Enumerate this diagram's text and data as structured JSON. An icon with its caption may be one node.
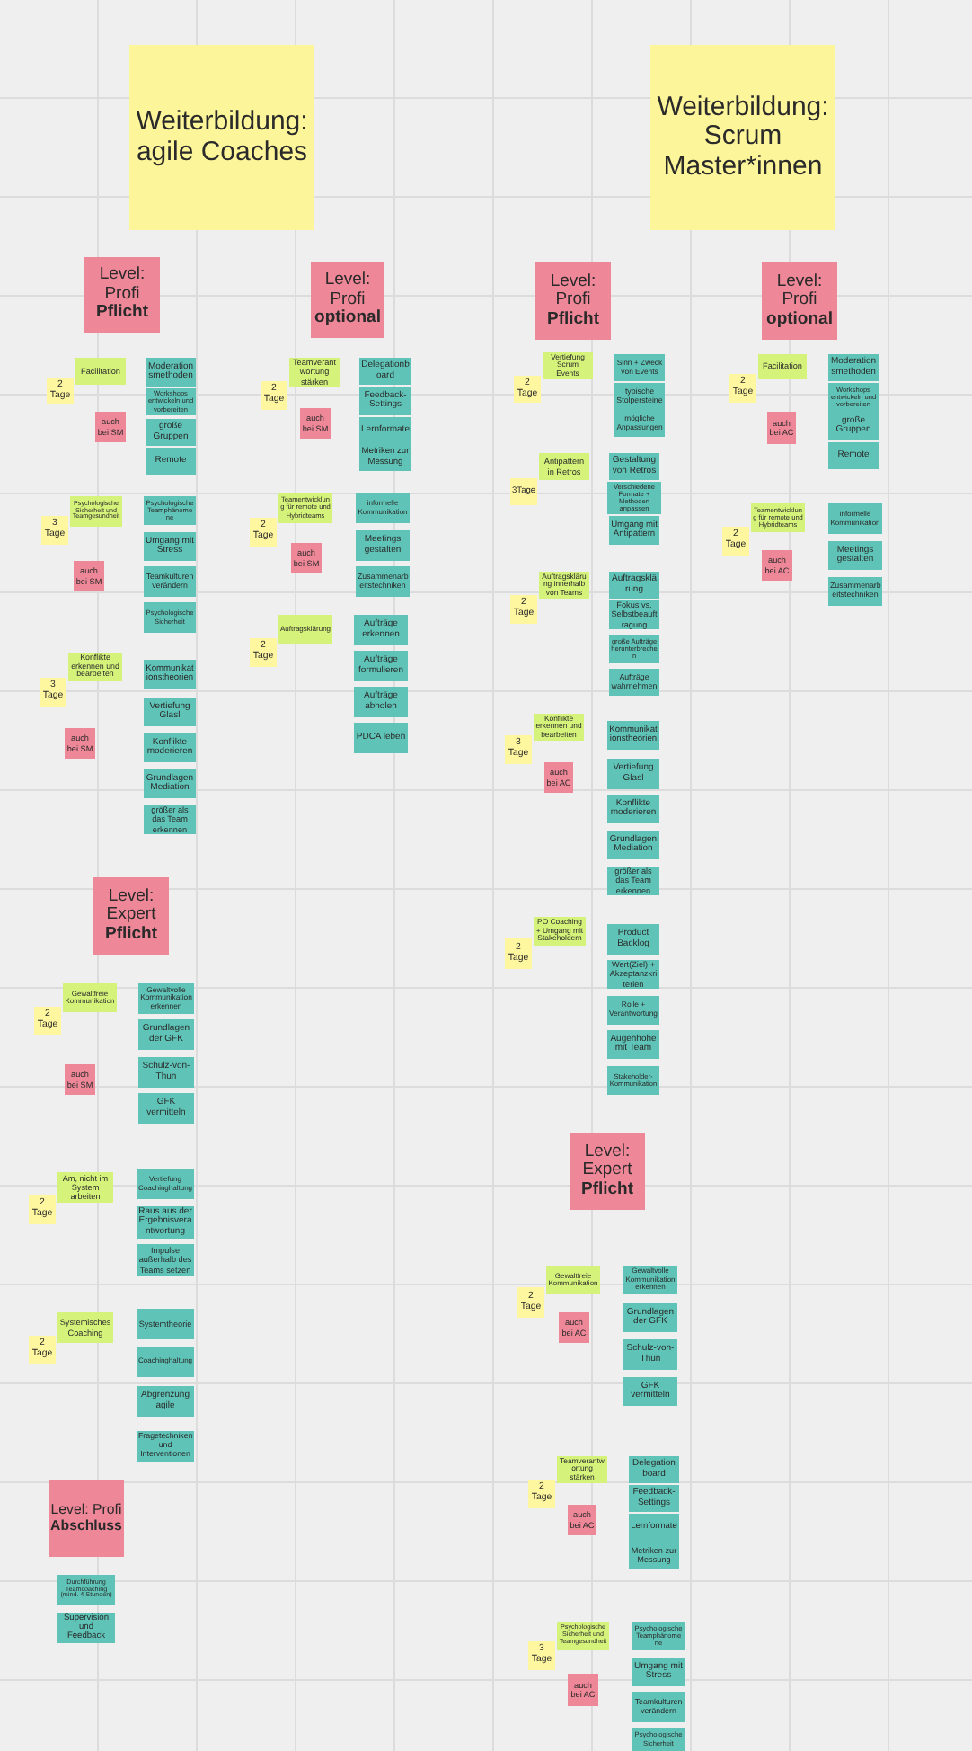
{
  "diagram": {
    "nodes": [
      {
        "text": [
          "Weiterbildung: agile Coaches"
        ]
      },
      {
        "text": [
          "Level: Profi **Pflicht**"
        ]
      },
      {
        "text": [
          "Facilitation"
        ]
      },
      {
        "text": [
          "2 Tage"
        ]
      },
      {
        "text": [
          "auch bei SM"
        ]
      },
      {
        "text": [
          "Moderation smethoden"
        ]
      },
      {
        "text": [
          "Workshops entwickeln und vorbereiten"
        ]
      },
      {
        "text": [
          "große Gruppen"
        ]
      },
      {
        "text": [
          "Remote"
        ]
      },
      {
        "text": [
          "Psychologische Sicherheit und Teamgesundheit"
        ]
      },
      {
        "text": [
          "3 Tage"
        ]
      },
      {
        "text": [
          "auch bei SM"
        ]
      },
      {
        "text": [
          "Psychologische Teamphänomene"
        ]
      },
      {
        "text": [
          "Umgang mit Stress"
        ]
      },
      {
        "text": [
          "Teamkulturen verändern"
        ]
      },
      {
        "text": [
          "Psychologische Sicherheit"
        ]
      },
      {
        "text": [
          "Konflikte erkennen und bearbeiten"
        ]
      },
      {
        "text": [
          "3 Tage"
        ]
      },
      {
        "text": [
          "auch bei SM"
        ]
      },
      {
        "text": [
          "Kommunikat ionstheorien"
        ]
      },
      {
        "text": [
          "Vertiefung Glasl"
        ]
      },
      {
        "text": [
          "Konflikte moderieren"
        ]
      },
      {
        "text": [
          "Grundlagen Mediation"
        ]
      },
      {
        "text": [
          "größer als das Team erkennen"
        ]
      },
      {
        "text": [
          "Level: Profi **optional**"
        ]
      },
      {
        "text": [
          "Teamverantwortung stärken"
        ]
      },
      {
        "text": [
          "2 Tage"
        ]
      },
      {
        "text": [
          "auch bei SM"
        ]
      },
      {
        "text": [
          "Delegationboard"
        ]
      },
      {
        "text": [
          "Feedback-Settings"
        ]
      },
      {
        "text": [
          "Lernformate"
        ]
      },
      {
        "text": [
          "Metriken zur Messung"
        ]
      },
      {
        "text": [
          "Teamentwicklung für remote und Hybridteams"
        ]
      },
      {
        "text": [
          "2 Tage"
        ]
      },
      {
        "text": [
          "auch bei SM"
        ]
      },
      {
        "text": [
          "informelle Kommunikation"
        ]
      },
      {
        "text": [
          "Meetings gestalten"
        ]
      },
      {
        "text": [
          "Zusammenarb eitstechniken"
        ]
      },
      {
        "text": [
          "Auftragsklärung"
        ]
      },
      {
        "text": [
          "2 Tage"
        ]
      },
      {
        "text": [
          "Aufträge erkennen"
        ]
      },
      {
        "text": [
          "Aufträge formulieren"
        ]
      },
      {
        "text": [
          "Aufträge abholen"
        ]
      },
      {
        "text": [
          "PDCA leben"
        ]
      },
      {
        "text": [
          "Level: Expert **Pflicht**"
        ]
      },
      {
        "text": [
          "Gewaltfreie Kommunikation"
        ]
      },
      {
        "text": [
          "2 Tage"
        ]
      },
      {
        "text": [
          "auch bei SM"
        ]
      },
      {
        "text": [
          "Gewaltvolle Kommunikation erkennen"
        ]
      },
      {
        "text": [
          "Grundlagen der GFK"
        ]
      },
      {
        "text": [
          "Schulz-von-Thun"
        ]
      },
      {
        "text": [
          "GFK vermitteln"
        ]
      },
      {
        "text": [
          "Am, nicht im System arbeiten"
        ]
      },
      {
        "text": [
          "2 Tage"
        ]
      },
      {
        "text": [
          "Vertiefung Coachinghaltung"
        ]
      },
      {
        "text": [
          "Raus aus der Ergebnisverantwortung"
        ]
      },
      {
        "text": [
          "Impulse außerhalb des Teams setzen"
        ]
      },
      {
        "text": [
          "Systemisches Coaching"
        ]
      },
      {
        "text": [
          "2 Tage"
        ]
      },
      {
        "text": [
          "Systemtheorie"
        ]
      },
      {
        "text": [
          "Coachinghaltung"
        ]
      },
      {
        "text": [
          "Abgrenzung agile"
        ]
      },
      {
        "text": [
          "Fragetechniken und Interventionen"
        ]
      },
      {
        "text": [
          "Level: Profi **Abschluss**"
        ]
      },
      {
        "text": [
          "Durchführung Teamcoaching (mind. 4 Stunden)"
        ]
      },
      {
        "text": [
          "Supervision und Feedback"
        ]
      },
      {
        "text": [
          "Weiterbildung: Scrum Master*innen"
        ]
      },
      {
        "text": [
          "Level: Profi **Pflicht**"
        ]
      },
      {
        "text": [
          "Vertiefung Scrum Events"
        ]
      },
      {
        "text": [
          "2 Tage"
        ]
      },
      {
        "text": [
          "Sinn + Zweck von Events"
        ]
      },
      {
        "text": [
          "typische Stolpersteine"
        ]
      },
      {
        "text": [
          "mögliche Anpassungen"
        ]
      },
      {
        "text": [
          "Antipattern in Retros"
        ]
      },
      {
        "text": [
          "3Tage"
        ]
      },
      {
        "text": [
          "Gestaltung von Retros"
        ]
      },
      {
        "text": [
          "Verschiedene Formate + Methoden anpassen"
        ]
      },
      {
        "text": [
          "Umgang mit Antipattern"
        ]
      },
      {
        "text": [
          "Auftragsklärung innerhalb von Teams"
        ]
      },
      {
        "text": [
          "2 Tage"
        ]
      },
      {
        "text": [
          "Auftragsklärung"
        ]
      },
      {
        "text": [
          "Fokus vs. Selbstbeauftragung"
        ]
      },
      {
        "text": [
          "große Aufträge herunterbrechen"
        ]
      },
      {
        "text": [
          "Aufträge wahrnehmen"
        ]
      },
      {
        "text": [
          "Konflikte erkennen und bearbeiten"
        ]
      },
      {
        "text": [
          "3 Tage"
        ]
      },
      {
        "text": [
          "auch bei AC"
        ]
      },
      {
        "text": [
          "Kommunikat ionstheorien"
        ]
      },
      {
        "text": [
          "Vertiefung Glasl"
        ]
      },
      {
        "text": [
          "Konflikte moderieren"
        ]
      },
      {
        "text": [
          "Grundlagen Mediation"
        ]
      },
      {
        "text": [
          "größer als das Team erkennen"
        ]
      },
      {
        "text": [
          "PO Coaching + Umgang mit Stakeholdern"
        ]
      },
      {
        "text": [
          "2 Tage"
        ]
      },
      {
        "text": [
          "Product Backlog"
        ]
      },
      {
        "text": [
          "Wert(Ziel) + Akzeptanzkriterien"
        ]
      },
      {
        "text": [
          "Rolle + Verantwortung"
        ]
      },
      {
        "text": [
          "Augenhöhe mit Team"
        ]
      },
      {
        "text": [
          "Stakeholder-Kommunikation"
        ]
      },
      {
        "text": [
          "Level: Profi **optional**"
        ]
      },
      {
        "text": [
          "Facilitation"
        ]
      },
      {
        "text": [
          "2 Tage"
        ]
      },
      {
        "text": [
          "auch bei AC"
        ]
      },
      {
        "text": [
          "Moderation smethoden"
        ]
      },
      {
        "text": [
          "Workshops entwickeln und vorbereiten"
        ]
      },
      {
        "text": [
          "große Gruppen"
        ]
      },
      {
        "text": [
          "Remote"
        ]
      },
      {
        "text": [
          "Teamentwicklung für remote und Hybridteams"
        ]
      },
      {
        "text": [
          "2 Tage"
        ]
      },
      {
        "text": [
          "auch bei AC"
        ]
      },
      {
        "text": [
          "informelle Kommunikation"
        ]
      },
      {
        "text": [
          "Meetings gestalten"
        ]
      },
      {
        "text": [
          "Zusammenarb eitstechniken"
        ]
      },
      {
        "text": [
          "Level: Expert **Pflicht**"
        ]
      },
      {
        "text": [
          "Gewaltfreie Kommunikation"
        ]
      },
      {
        "text": [
          "2 Tage"
        ]
      },
      {
        "text": [
          "auch bei AC"
        ]
      },
      {
        "text": [
          "Gewaltvolle Kommunikation erkennen"
        ]
      },
      {
        "text": [
          "Grundlagen der GFK"
        ]
      },
      {
        "text": [
          "Schulz-von-Thun"
        ]
      },
      {
        "text": [
          "GFK vermitteln"
        ]
      },
      {
        "text": [
          "Teamverantwortung stärken"
        ]
      },
      {
        "text": [
          "2 Tage"
        ]
      },
      {
        "text": [
          "auch bei AC"
        ]
      },
      {
        "text": [
          "Delegationboard"
        ]
      },
      {
        "text": [
          "Feedback-Settings"
        ]
      },
      {
        "text": [
          "Lernformate"
        ]
      },
      {
        "text": [
          "Metriken zur Messung"
        ]
      },
      {
        "text": [
          "Psychologische Sicherheit und Teamgesundheit"
        ]
      },
      {
        "text": [
          "3 Tage"
        ]
      },
      {
        "text": [
          "auch bei AC"
        ]
      },
      {
        "text": [
          "Psychologische Teamphänomene"
        ]
      },
      {
        "text": [
          "Umgang mit Stress"
        ]
      },
      {
        "text": [
          "Teamkulturen verändern"
        ]
      },
      {
        "text": [
          "Psychologische Sicherheit"
        ]
      }
    ],
    "edges": []
  }
}
